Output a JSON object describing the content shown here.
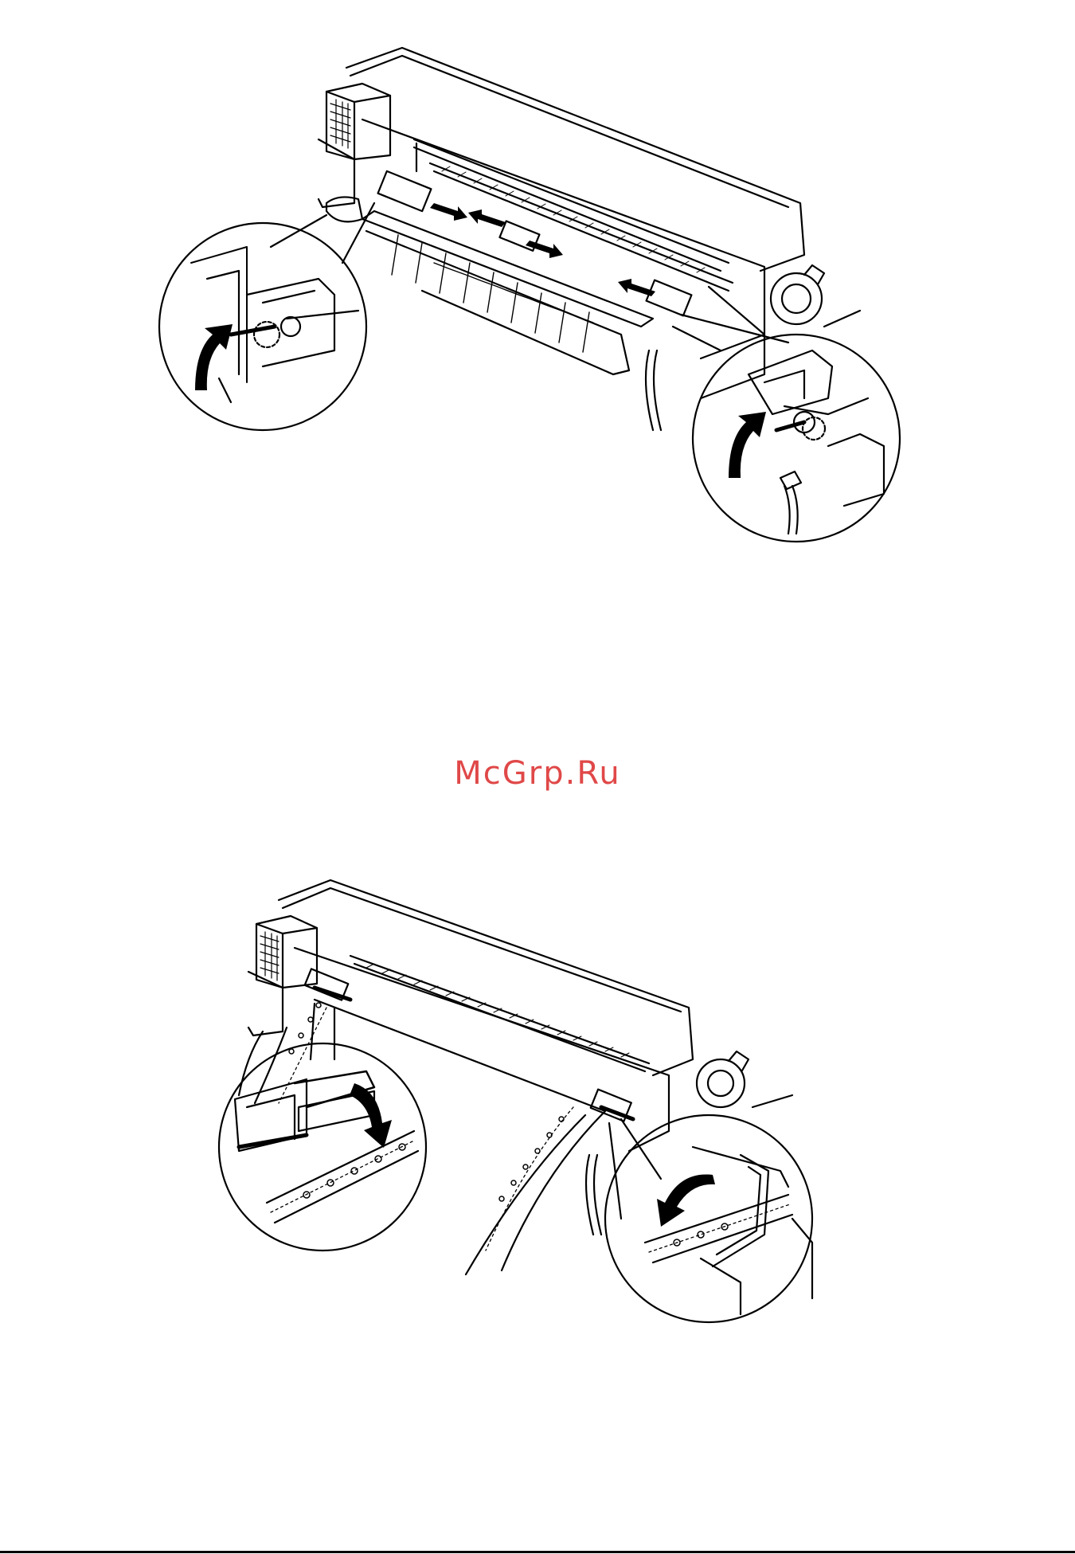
{
  "watermark": {
    "text": "McGrp.Ru",
    "color": "#e04848"
  },
  "colors": {
    "line": "#000000",
    "paper": "#ffffff"
  },
  "figures": [
    {
      "id": "top",
      "icons": [
        "printer-icon",
        "tractor-sprocket-icon",
        "lock-lever-icon",
        "double-arrow-icon",
        "curved-up-arrow-icon",
        "magnifier-callout-icon"
      ]
    },
    {
      "id": "bottom",
      "icons": [
        "printer-icon",
        "continuous-paper-icon",
        "sprocket-cover-icon",
        "curved-close-arrow-icon",
        "magnifier-callout-icon"
      ]
    }
  ]
}
